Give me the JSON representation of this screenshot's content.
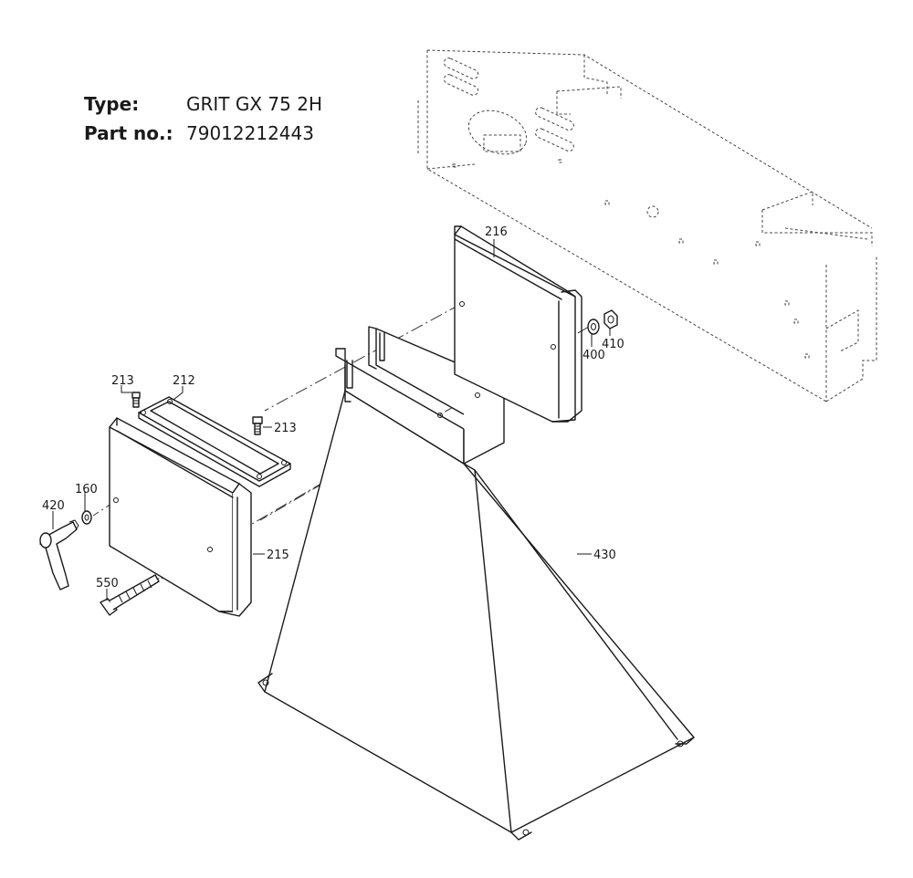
{
  "header": {
    "type_label": "Type:",
    "type_value": "GRIT GX 75 2H",
    "part_label": "Part no.:",
    "part_value": "79012212443"
  },
  "callouts": {
    "c216": "216",
    "c400": "400",
    "c410": "410",
    "c213a": "213",
    "c212": "212",
    "c213b": "213",
    "c160": "160",
    "c420": "420",
    "c215": "215",
    "c550": "550",
    "c430": "430"
  }
}
